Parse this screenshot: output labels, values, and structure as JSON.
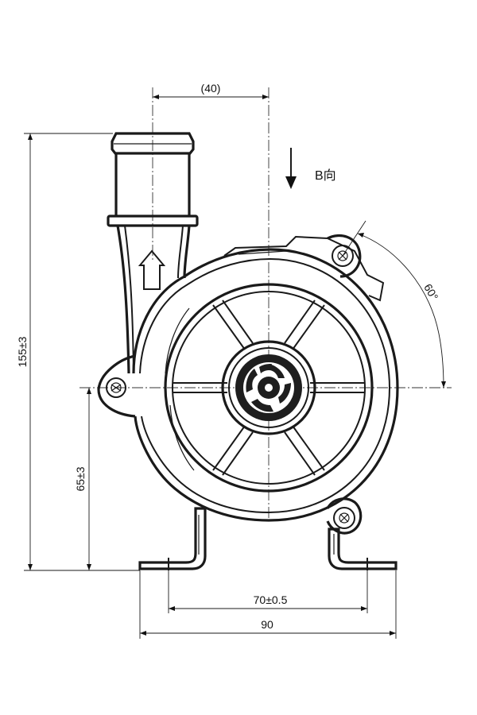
{
  "drawing": {
    "dimensions": {
      "height_total": "155±3",
      "height_axis": "65±3",
      "outlet_offset": "(40)",
      "foot_hole_spacing": "70±0.5",
      "base_width": "90",
      "angle": "60°"
    },
    "view_arrow_label": "B向"
  }
}
